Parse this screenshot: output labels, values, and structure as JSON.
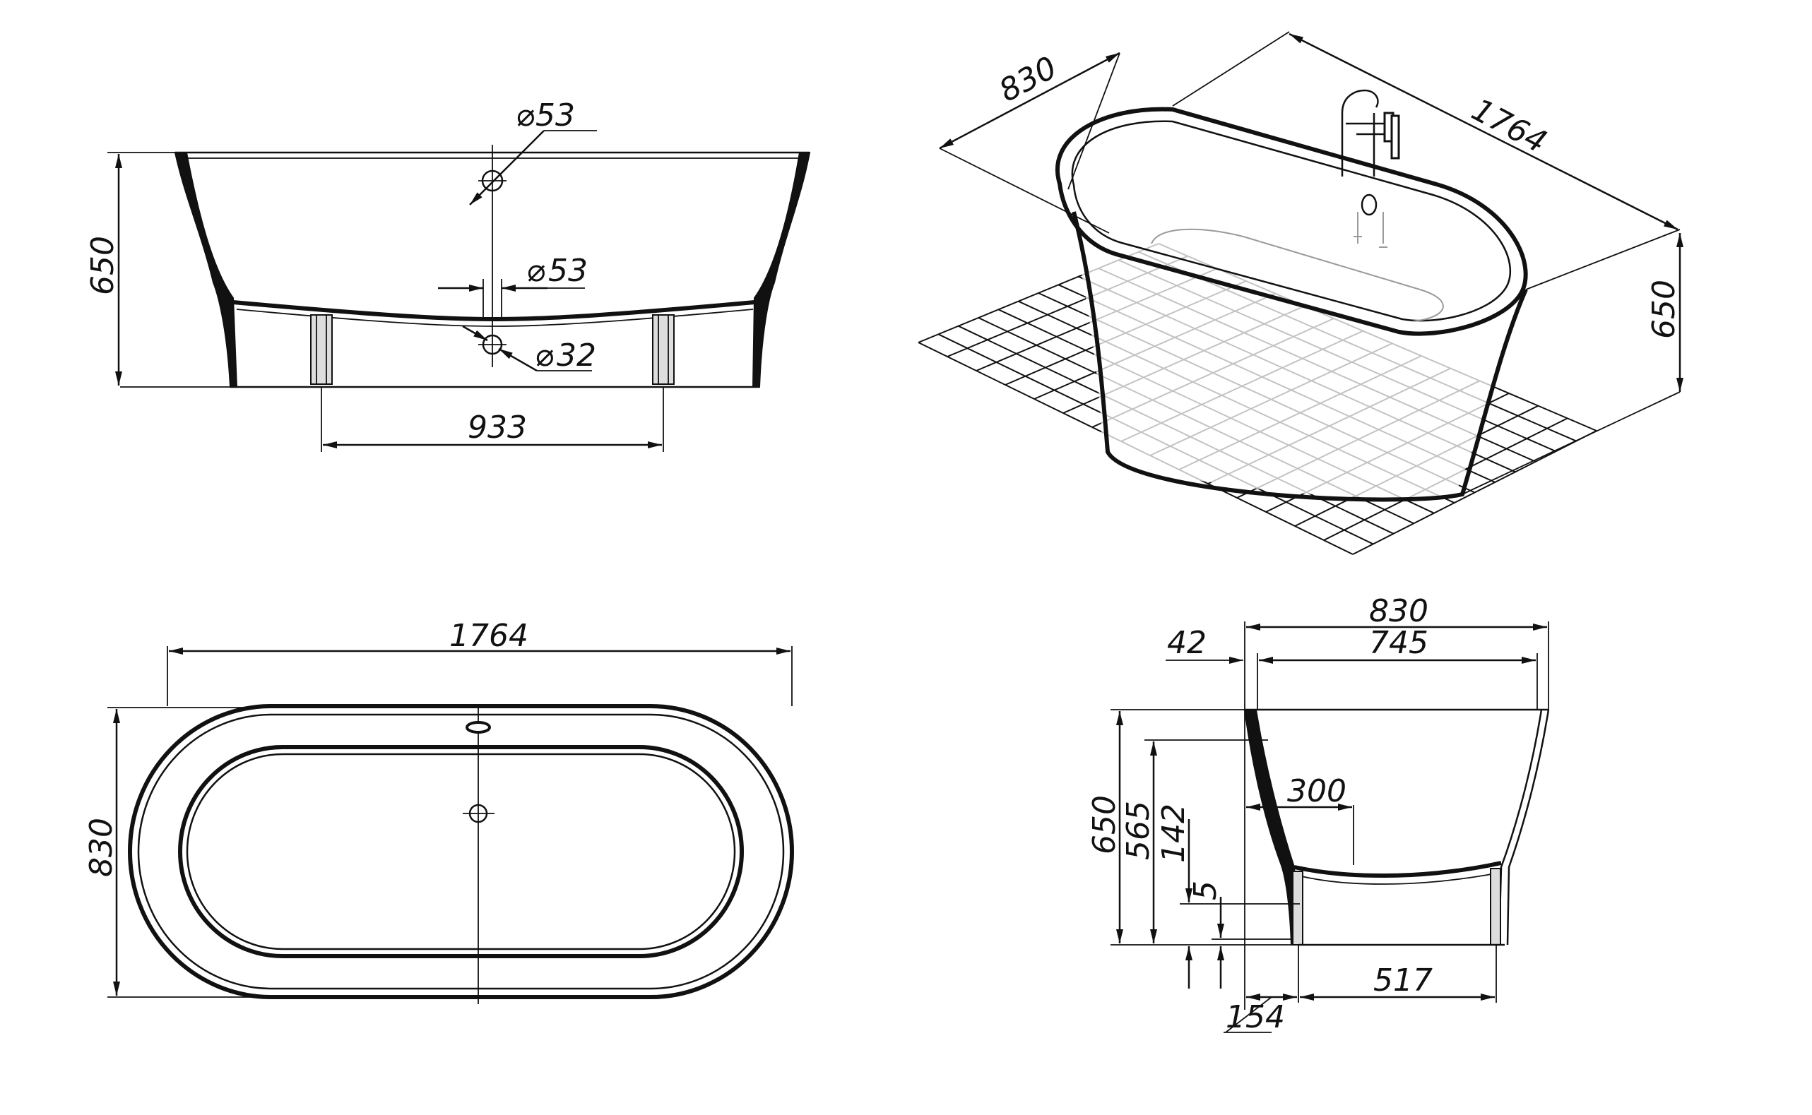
{
  "front_view": {
    "height": "650",
    "overflow_diameter": "53",
    "drain_diameter": "53",
    "waste_diameter": "32",
    "leg_spacing": "933"
  },
  "perspective_view": {
    "width": "830",
    "length": "1764",
    "height": "650"
  },
  "top_view": {
    "length": "1764",
    "width": "830"
  },
  "side_view": {
    "overall_width": "830",
    "inner_width": "745",
    "rim_offset": "42",
    "total_height": "650",
    "inner_depth": "565",
    "height_142": "142",
    "floor_clearance": "5",
    "drain_offset": "300",
    "base_offset": "154",
    "base_width": "517"
  }
}
